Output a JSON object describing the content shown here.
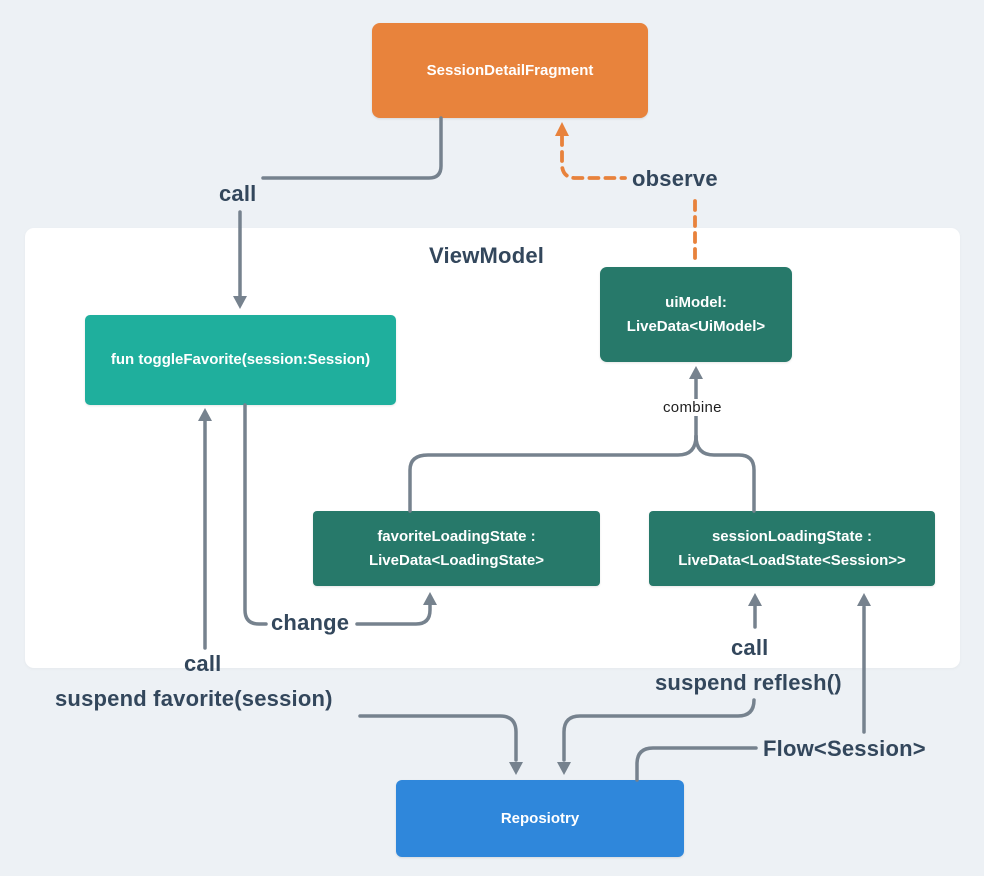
{
  "diagram": {
    "panel_title": "ViewModel",
    "nodes": {
      "fragment": {
        "label": "SessionDetailFragment",
        "color": "#E8833C"
      },
      "toggle_favorite": {
        "label": "fun toggleFavorite(session:Session)",
        "color": "#1FAF9D"
      },
      "ui_model": {
        "line1": "uiModel:",
        "line2": "LiveData<UiModel>",
        "color": "#27796A"
      },
      "favorite_loading": {
        "line1": "favoriteLoadingState :",
        "line2": "LiveData<LoadingState>",
        "color": "#27796A"
      },
      "session_loading": {
        "line1": "sessionLoadingState :",
        "line2": "LiveData<LoadState<Session>>",
        "color": "#27796A"
      },
      "repository": {
        "label": "Reposiotry",
        "color": "#2F87DB"
      }
    },
    "labels": {
      "call_top": "call",
      "observe": "observe",
      "combine": "combine",
      "change": "change",
      "call_left": "call",
      "suspend_favorite": "suspend favorite(session)",
      "call_mid": "call",
      "suspend_reflesh": "suspend reflesh()",
      "flow_session": "Flow<Session>"
    },
    "colors": {
      "background": "#EDF1F5",
      "panel": "#FFFFFF",
      "connector": "#76828E",
      "observe_dashed": "#E8823C",
      "label_text": "#33475C",
      "node_text": "#FFFFFF"
    }
  }
}
